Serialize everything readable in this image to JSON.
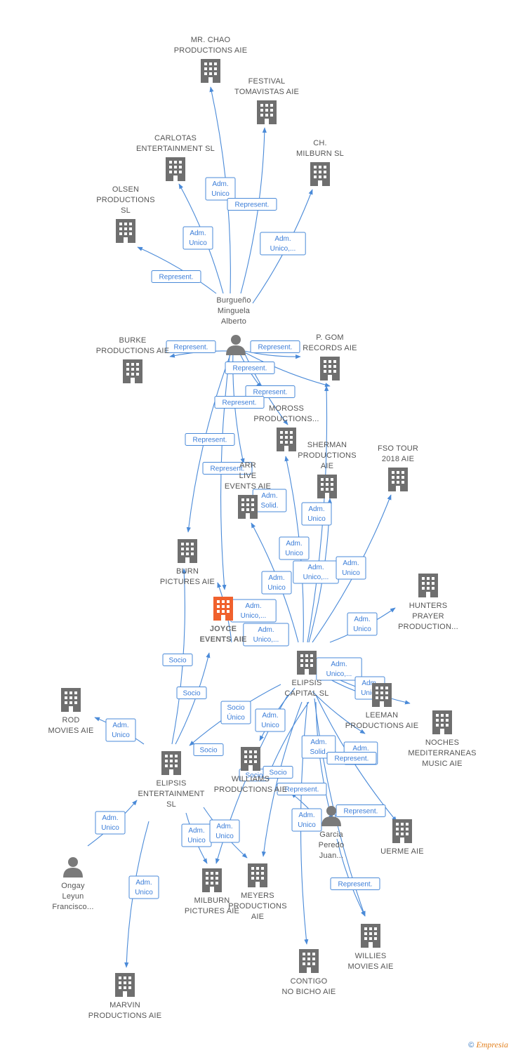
{
  "colors": {
    "edge": "#4a8ad8",
    "building": "#6f6f6f",
    "highlight": "#f0612d",
    "person": "#7a7a7a"
  },
  "nodes": [
    {
      "id": "mr_chao",
      "type": "company",
      "label": [
        "MR.  CHAO",
        "PRODUCTIONS AIE"
      ]
    },
    {
      "id": "festival",
      "type": "company",
      "label": [
        "FESTIVAL",
        "TOMAVISTAS AIE"
      ]
    },
    {
      "id": "carlotas",
      "type": "company",
      "label": [
        "CARLOTAS",
        "ENTERTAINMENT SL"
      ]
    },
    {
      "id": "ch_milburn",
      "type": "company",
      "label": [
        "CH.",
        "MILBURN  SL"
      ]
    },
    {
      "id": "olsen",
      "type": "company",
      "label": [
        "OLSEN",
        "PRODUCTIONS",
        "SL"
      ]
    },
    {
      "id": "burgueno",
      "type": "person",
      "label": [
        "Burgueño",
        "Minguela",
        "Alberto"
      ]
    },
    {
      "id": "burke",
      "type": "company",
      "label": [
        "BURKE",
        "PRODUCTIONS AIE"
      ]
    },
    {
      "id": "pgom",
      "type": "company",
      "label": [
        "P.  GOM",
        "RECORDS  AIE"
      ]
    },
    {
      "id": "moross",
      "type": "company",
      "label": [
        "MOROSS",
        "PRODUCTIONS..."
      ]
    },
    {
      "id": "sherman",
      "type": "company",
      "label": [
        "SHERMAN",
        "PRODUCTIONS",
        "AIE"
      ]
    },
    {
      "id": "fso",
      "type": "company",
      "label": [
        "FSO TOUR",
        "2018 AIE"
      ]
    },
    {
      "id": "arr",
      "type": "company",
      "label": [
        "ARR",
        "LIVE",
        "EVENTS  AIE"
      ]
    },
    {
      "id": "burn",
      "type": "company",
      "label": [
        "BURN",
        "PICTURES  AIE"
      ]
    },
    {
      "id": "joyce",
      "type": "company",
      "highlight": true,
      "label": [
        "JOYCE",
        "EVENTS AIE"
      ]
    },
    {
      "id": "hunters",
      "type": "company",
      "label": [
        "HUNTERS",
        "PRAYER",
        "PRODUCTION..."
      ]
    },
    {
      "id": "elipsis_capital",
      "type": "company",
      "label": [
        "ELIPSIS",
        "CAPITAL  SL"
      ]
    },
    {
      "id": "rod",
      "type": "company",
      "label": [
        "ROD",
        "MOVIES  AIE"
      ]
    },
    {
      "id": "leeman",
      "type": "company",
      "label": [
        "LEEMAN",
        "PRODUCTIONS AIE"
      ]
    },
    {
      "id": "noches",
      "type": "company",
      "label": [
        "NOCHES",
        "MEDITERRANEAS",
        "MUSIC AIE"
      ]
    },
    {
      "id": "elipsis_ent",
      "type": "company",
      "label": [
        "ELIPSIS",
        "ENTERTAINMENT",
        "SL"
      ]
    },
    {
      "id": "williams",
      "type": "company",
      "label": [
        "WILLIAMS",
        "PRODUCTIONS AIE"
      ]
    },
    {
      "id": "garcia",
      "type": "person",
      "label": [
        "Garcia",
        "Peredo",
        "Juan..."
      ]
    },
    {
      "id": "uerme",
      "type": "company",
      "label": [
        "UERME AIE"
      ]
    },
    {
      "id": "ongay",
      "type": "person",
      "label": [
        "Ongay",
        "Leyun",
        "Francisco..."
      ]
    },
    {
      "id": "milburn_pictures",
      "type": "company",
      "label": [
        "MILBURN",
        "PICTURES  AIE"
      ]
    },
    {
      "id": "meyers",
      "type": "company",
      "label": [
        "MEYERS",
        "PRODUCTIONS",
        "AIE"
      ]
    },
    {
      "id": "willies",
      "type": "company",
      "label": [
        "WILLIES",
        "MOVIES  AIE"
      ]
    },
    {
      "id": "contigo",
      "type": "company",
      "label": [
        "CONTIGO",
        "NO BICHO  AIE"
      ]
    },
    {
      "id": "marvin",
      "type": "company",
      "label": [
        "MARVIN",
        "PRODUCTIONS AIE"
      ]
    }
  ],
  "edge_labels": [
    {
      "id": "e1",
      "lines": [
        "Adm.",
        "Unico"
      ]
    },
    {
      "id": "e2",
      "lines": [
        "Represent."
      ]
    },
    {
      "id": "e3",
      "lines": [
        "Adm.",
        "Unico"
      ]
    },
    {
      "id": "e4",
      "lines": [
        "Adm.",
        "Unico,..."
      ]
    },
    {
      "id": "e5",
      "lines": [
        "Represent."
      ]
    },
    {
      "id": "e6",
      "lines": [
        "Represent."
      ]
    },
    {
      "id": "e7",
      "lines": [
        "Represent."
      ]
    },
    {
      "id": "e8",
      "lines": [
        "Represent."
      ]
    },
    {
      "id": "e9",
      "lines": [
        "Represent."
      ]
    },
    {
      "id": "e10",
      "lines": [
        "Represent."
      ]
    },
    {
      "id": "e11",
      "lines": [
        "Represent."
      ]
    },
    {
      "id": "e12",
      "lines": [
        "Represent."
      ]
    },
    {
      "id": "e13",
      "lines": [
        "Adm.",
        "Solid."
      ]
    },
    {
      "id": "e14",
      "lines": [
        "Adm.",
        "Unico"
      ]
    },
    {
      "id": "e15",
      "lines": [
        "Adm.",
        "Unico"
      ]
    },
    {
      "id": "e16",
      "lines": [
        "Adm.",
        "Unico"
      ]
    },
    {
      "id": "e17",
      "lines": [
        "Adm.",
        "Unico,..."
      ]
    },
    {
      "id": "e18",
      "lines": [
        "Adm.",
        "Unico"
      ]
    },
    {
      "id": "e19",
      "lines": [
        "Adm.",
        "Unico,..."
      ]
    },
    {
      "id": "e20",
      "lines": [
        "Adm.",
        "Unico,..."
      ]
    },
    {
      "id": "e21",
      "lines": [
        "Adm.",
        "Unico"
      ]
    },
    {
      "id": "e22",
      "lines": [
        "Adm.",
        "Unico,..."
      ]
    },
    {
      "id": "e23",
      "lines": [
        "Adm.",
        "Unico"
      ]
    },
    {
      "id": "e24",
      "lines": [
        "Socio"
      ]
    },
    {
      "id": "e25",
      "lines": [
        "Socio"
      ]
    },
    {
      "id": "e26",
      "lines": [
        "Adm.",
        "Unico"
      ]
    },
    {
      "id": "e27",
      "lines": [
        "Socio",
        "Único"
      ]
    },
    {
      "id": "e28",
      "lines": [
        "Adm.",
        "Unico"
      ]
    },
    {
      "id": "e29",
      "lines": [
        "Socio"
      ]
    },
    {
      "id": "e30",
      "lines": [
        "Socio"
      ]
    },
    {
      "id": "e31",
      "lines": [
        "Socio"
      ]
    },
    {
      "id": "e32",
      "lines": [
        "Adm.",
        "Solid."
      ]
    },
    {
      "id": "e33",
      "lines": [
        "Adm.",
        "Solid."
      ]
    },
    {
      "id": "e34",
      "lines": [
        "Represent."
      ]
    },
    {
      "id": "e35",
      "lines": [
        "Represent."
      ]
    },
    {
      "id": "e36",
      "lines": [
        "Adm.",
        "Unico"
      ]
    },
    {
      "id": "e37",
      "lines": [
        "Adm.",
        "Unico"
      ]
    },
    {
      "id": "e38",
      "lines": [
        "Represent."
      ]
    },
    {
      "id": "e39",
      "lines": [
        "Adm.",
        "Unico"
      ]
    },
    {
      "id": "e40",
      "lines": [
        "Adm.",
        "Unico"
      ]
    },
    {
      "id": "e41",
      "lines": [
        "Adm.",
        "Unico"
      ]
    },
    {
      "id": "e42",
      "lines": [
        "Represent."
      ]
    }
  ],
  "footer": {
    "copyright": "©",
    "brand": "Empresia"
  }
}
